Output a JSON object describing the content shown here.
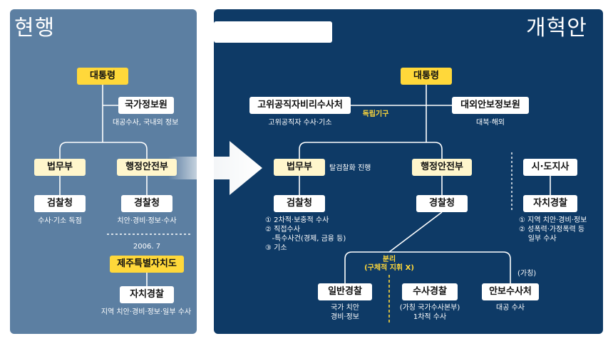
{
  "current": {
    "heading": "현행",
    "president": "대통령",
    "nis": "국가정보원",
    "nis_note": "대공수사, 국내외 정보",
    "justice": "법무부",
    "interior": "행정안전부",
    "prosecution": "검찰청",
    "prosecution_note": "수사·기소 독점",
    "police": "경찰청",
    "police_note": "치안·경비·정보·수사",
    "date": "2006. 7",
    "jeju": "제주특별자치도",
    "local_police": "자치경찰",
    "local_police_note": "지역 치안·경비·정보·일부 수사"
  },
  "reform": {
    "heading": "개혁안",
    "president": "대통령",
    "cio": "고위공직자비리수사처",
    "cio_note": "고위공직자 수사·기소",
    "independent": "독립기구",
    "foreign_intel": "대외안보정보원",
    "foreign_intel_note": "대북·해외",
    "justice": "법무부",
    "justice_note": "탈검찰화 진행",
    "interior": "행정안전부",
    "province": "시·도지사",
    "prosecution": "검찰청",
    "prosecution_notes": [
      "① 2차적·보충적 수사",
      "② 직접수사",
      "   -특수사건(경제, 금융 등)",
      "③ 기소"
    ],
    "police": "경찰청",
    "local_police": "자치경찰",
    "local_police_notes": [
      "① 지역 치안·경비·정보",
      "② 성폭력·가정폭력 등",
      "    일부 수사"
    ],
    "separation": "분리",
    "separation_sub": "(구체적 지휘 X)",
    "general_police": "일반경찰",
    "general_police_notes": [
      "국가 치안",
      "경비·정보"
    ],
    "investigation_police": "수사경찰",
    "investigation_police_notes": [
      "(가칭 국가수사본부)",
      "1차적 수사"
    ],
    "tentative": "(가칭)",
    "security_bureau": "안보수사처",
    "security_bureau_note": "대공 수사"
  },
  "colors": {
    "left_panel": "#5c7fa2",
    "right_panel": "#0e3a66",
    "yellow_box": "#ffd83a",
    "cream_box": "#fff6cc"
  }
}
